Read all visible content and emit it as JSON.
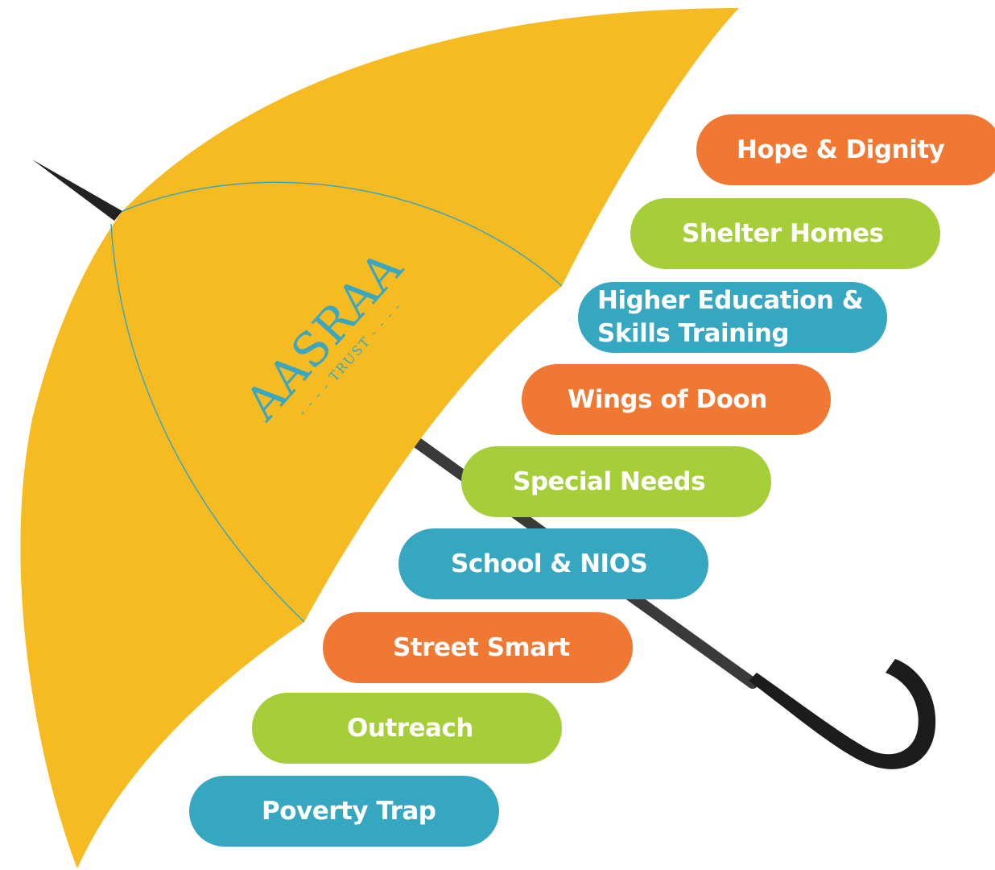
{
  "logo": {
    "name": "AASRAA",
    "subtitle": "- - - - TRUST - - - -"
  },
  "colors": {
    "canopy": "#f7bb22",
    "handle": "#222222",
    "logo_teal": "#3aa6c0",
    "orange": "#f07833",
    "green": "#a6ce39",
    "blue": "#36a7c1"
  },
  "programs": [
    {
      "id": "hope",
      "label": "Hope & Dignity",
      "color": "orange"
    },
    {
      "id": "shelter",
      "label": "Shelter Homes",
      "color": "green"
    },
    {
      "id": "higher",
      "label_line1": "Higher Education &",
      "label_line2": "Skills Training",
      "color": "blue"
    },
    {
      "id": "wings",
      "label": "Wings of Doon",
      "color": "orange"
    },
    {
      "id": "special",
      "label": "Special Needs",
      "color": "green"
    },
    {
      "id": "school",
      "label": "School & NIOS",
      "color": "blue"
    },
    {
      "id": "street",
      "label": "Street Smart",
      "color": "orange"
    },
    {
      "id": "outreach",
      "label": "Outreach",
      "color": "green"
    },
    {
      "id": "poverty",
      "label": "Poverty Trap",
      "color": "blue"
    }
  ]
}
